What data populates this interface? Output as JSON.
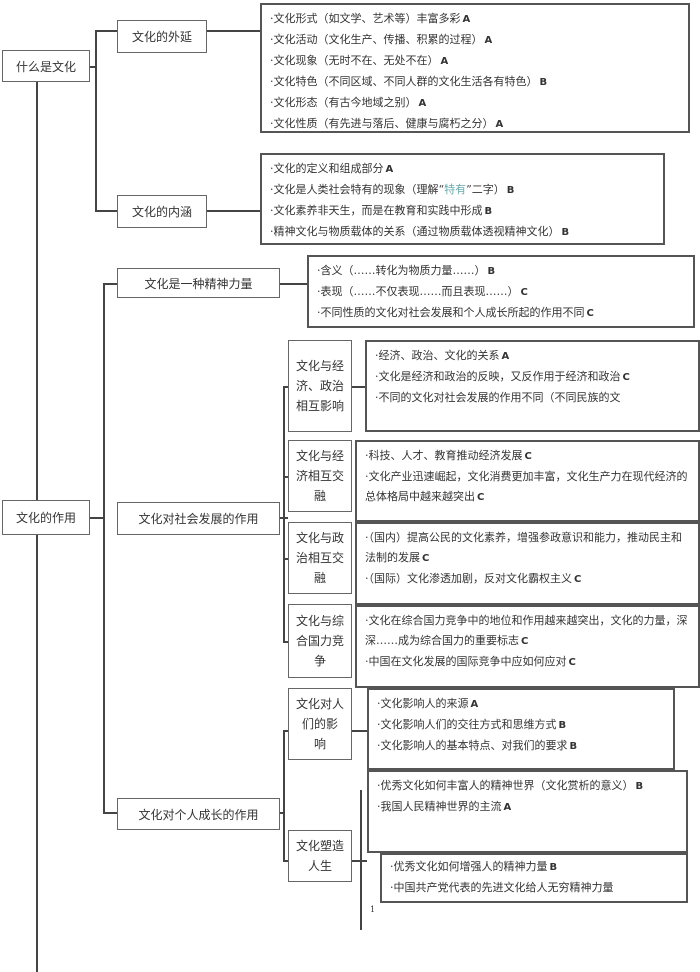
{
  "root1": "什么是文化",
  "root2": "文化的作用",
  "n_waiyan": "文化的外延",
  "n_neihan": "文化的内涵",
  "n_jingshen": "文化是一种精神力量",
  "n_shehui": "文化对社会发展的作用",
  "n_geren": "文化对个人成长的作用",
  "waiyan": [
    [
      "·文化形式（如文学、艺术等）丰富多彩",
      "A"
    ],
    [
      "·文化活动（文化生产、传播、积累的过程）",
      "A"
    ],
    [
      "·文化现象（无时不在、无处不在）",
      "A"
    ],
    [
      "·文化特色（不同区域、不同人群的文化生活各有特色）",
      "B"
    ],
    [
      "·文化形态（有古今地域之别）",
      "A"
    ],
    [
      "·文化性质（有先进与落后、健康与腐朽之分）",
      "A"
    ]
  ],
  "neihan": {
    "i0": "·文化的定义和组成部分",
    "l0": "A",
    "i1a": "·文化是人类社会特有的现象（理解“",
    "i1b": "特有",
    "i1c": "”二字）",
    "l1": "B",
    "i2": "·文化素养非天生，而是在教育和实践中形成",
    "l2": "B",
    "i3": "·精神文化与物质载体的关系（通过物质载体透视精神文化）",
    "l3": "B"
  },
  "jingshen": [
    [
      "·含义（……转化为物质力量……）",
      "B"
    ],
    [
      "·表现（……不仅表现……而且表现……）",
      "C"
    ],
    [
      "·不同性质的文化对社会发展和个人成长所起的作用不同",
      "C"
    ]
  ],
  "shehui": [
    {
      "label": "文化与经济、政治相互影响",
      "items": [
        [
          "·经济、政治、文化的关系",
          "A"
        ],
        [
          "·文化是经济和政治的反映，又反作用于经济和政治",
          "C"
        ],
        [
          "·不同的文化对社会发展的作用不同（不同民族的文",
          ""
        ]
      ]
    },
    {
      "label": "文化与经济相互交融",
      "items": [
        [
          "·科技、人才、教育推动经济发展",
          "C"
        ],
        [
          "·文化产业迅速崛起，文化消费更加丰富，文化生产力在现代经济的总体格局中越来越突出",
          "C"
        ]
      ]
    },
    {
      "label": "文化与政治相互交融",
      "items": [
        [
          "·（国内）提高公民的文化素养，增强参政意识和能力，推动民主和法制的发展",
          "C"
        ],
        [
          "·（国际）文化渗透加剧，反对文化霸权主义",
          "C"
        ]
      ]
    },
    {
      "label": "文化与综合国力竞争",
      "items": [
        [
          "·文化在综合国力竞争中的地位和作用越来越突出，文化的力量，深深……成为综合国力的重要标志",
          "C"
        ],
        [
          "·中国在文化发展的国际竞争中应如何应对",
          "C"
        ]
      ]
    }
  ],
  "geren": [
    {
      "label": "文化对人们的影 响",
      "items": [
        [
          "·文化影响人的来源",
          "A"
        ],
        [
          "·文化影响人们的交往方式和思维方式",
          "B"
        ],
        [
          "·文化影响人的基本特点、对我们的要求",
          "B"
        ]
      ]
    },
    {
      "label": "文化塑造人生",
      "items": [
        [
          "·优秀文化如何丰富人的精神世界（文化赏析的意义）",
          "B"
        ],
        [
          "·我国人民精神世界的主流",
          "A"
        ]
      ],
      "items2": [
        [
          "·优秀文化如何增强人的精神力量",
          "B"
        ],
        [
          "·中国共产党代表的先进文化给人无穷精神力量",
          ""
        ]
      ]
    }
  ],
  "page_number": "1"
}
